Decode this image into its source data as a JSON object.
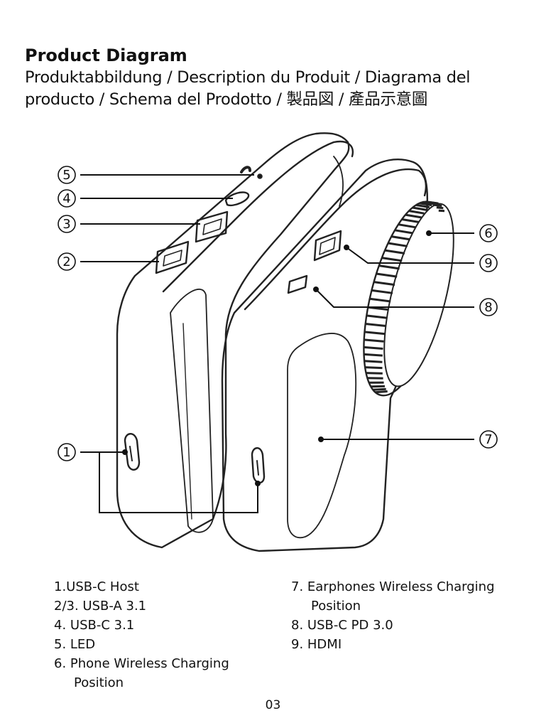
{
  "header": {
    "title": "Product Diagram",
    "subtitle_line1": "Produktabbildung / Description du Produit / Diagrama del",
    "subtitle_line2": "producto / Schema del Prodotto / 製品図 / 產品示意圖"
  },
  "callouts": [
    "1",
    "2",
    "3",
    "4",
    "5",
    "6",
    "7",
    "8",
    "9"
  ],
  "legend": {
    "left": [
      {
        "text": "1.USB-C Host"
      },
      {
        "text": "2/3. USB-A 3.1"
      },
      {
        "text": "4. USB-C 3.1"
      },
      {
        "text": "5. LED"
      },
      {
        "text": "6. Phone Wireless Charging",
        "cont": "Position"
      }
    ],
    "right": [
      {
        "text": "7. Earphones Wireless Charging",
        "cont": "Position"
      },
      {
        "text": "8. USB-C PD 3.0"
      },
      {
        "text": "9. HDMI"
      }
    ]
  },
  "page_number": "03"
}
